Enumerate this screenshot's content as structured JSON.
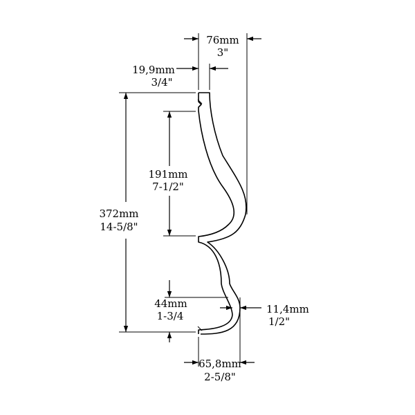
{
  "dimensions": {
    "overall_width": {
      "metric": "76mm",
      "imperial": "3\""
    },
    "top_flange": {
      "metric": "19,9mm",
      "imperial": "3/4\""
    },
    "upper_curve_height": {
      "metric": "191mm",
      "imperial": "7-1/2\""
    },
    "overall_height": {
      "metric": "372mm",
      "imperial": "14-5/8\""
    },
    "lower_lip_height": {
      "metric": "44mm",
      "imperial": "1-3/4"
    },
    "lower_projection": {
      "metric": "11,4mm",
      "imperial": "1/2\""
    },
    "base_width": {
      "metric": "65,8mm",
      "imperial": "2-5/8\""
    }
  }
}
